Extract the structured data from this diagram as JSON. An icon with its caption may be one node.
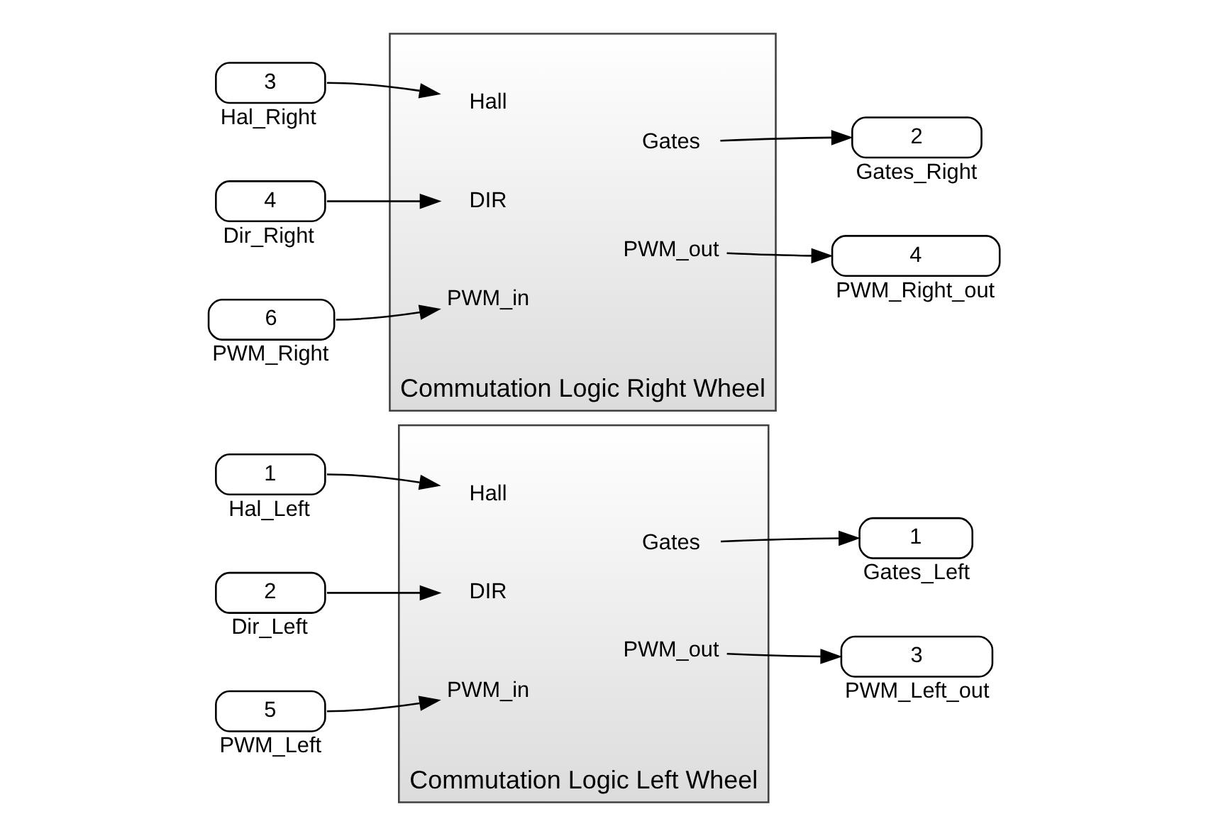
{
  "diagram": {
    "nodes": [
      {
        "text": [
          "1"
        ],
        "beside": [
          "Hal_Left"
        ]
      },
      {
        "text": [
          "2"
        ],
        "beside": [
          "Dir_Left"
        ]
      },
      {
        "text": [
          "5"
        ],
        "beside": [
          "PWM_Left"
        ]
      },
      {
        "text": [
          "Commutation Logic Left Wheel"
        ]
      },
      {
        "text": [
          "Hall"
        ],
        "in": 3
      },
      {
        "text": [
          "DIR"
        ],
        "in": 3
      },
      {
        "text": [
          "PWM_in"
        ],
        "in": 3
      },
      {
        "text": [
          "Gates"
        ],
        "in": 3
      },
      {
        "text": [
          "PWM_out"
        ],
        "in": 3
      },
      {
        "text": [
          "1"
        ],
        "beside": [
          "Gates_Left"
        ]
      },
      {
        "text": [
          "3"
        ],
        "beside": [
          "PWM_Left_out"
        ]
      },
      {
        "text": [
          "3"
        ],
        "beside": [
          "Hal_Right"
        ]
      },
      {
        "text": [
          "4"
        ],
        "beside": [
          "Dir_Right"
        ]
      },
      {
        "text": [
          "6"
        ],
        "beside": [
          "PWM_Right"
        ]
      },
      {
        "text": [
          "Commutation Logic Right Wheel"
        ]
      },
      {
        "text": [
          "Hall"
        ],
        "in": 14
      },
      {
        "text": [
          "DIR"
        ],
        "in": 14
      },
      {
        "text": [
          "PWM_in"
        ],
        "in": 14
      },
      {
        "text": [
          "Gates"
        ],
        "in": 14
      },
      {
        "text": [
          "PWM_out"
        ],
        "in": 14
      },
      {
        "text": [
          "2"
        ],
        "beside": [
          "Gates_Right"
        ]
      },
      {
        "text": [
          "4"
        ],
        "beside": [
          "PWM_Right_out"
        ]
      }
    ],
    "edges": [
      {
        "from": 0,
        "to": 4,
        "arrow": "to"
      },
      {
        "from": 1,
        "to": 5,
        "arrow": "to"
      },
      {
        "from": 2,
        "to": 6,
        "arrow": "to"
      },
      {
        "from": 7,
        "to": 9,
        "arrow": "to"
      },
      {
        "from": 8,
        "to": 10,
        "arrow": "to"
      },
      {
        "from": 11,
        "to": 15,
        "arrow": "to"
      },
      {
        "from": 12,
        "to": 16,
        "arrow": "to"
      },
      {
        "from": 13,
        "to": 17,
        "arrow": "to"
      },
      {
        "from": 18,
        "to": 20,
        "arrow": "to"
      },
      {
        "from": 19,
        "to": 21,
        "arrow": "to"
      }
    ]
  }
}
